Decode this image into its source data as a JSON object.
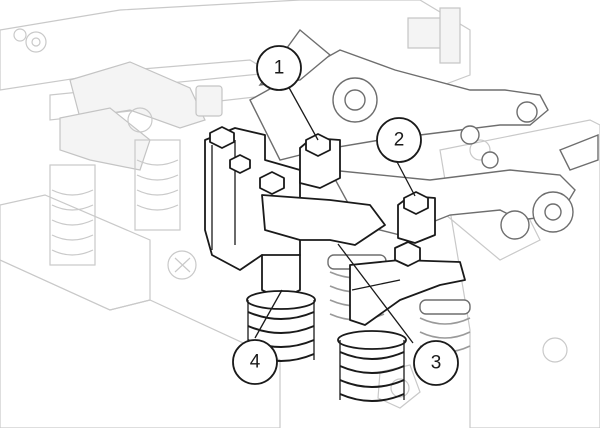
{
  "callouts": [
    {
      "id": "callout-1",
      "label": "1"
    },
    {
      "id": "callout-2",
      "label": "2"
    },
    {
      "id": "callout-3",
      "label": "3"
    },
    {
      "id": "callout-4",
      "label": "4"
    }
  ],
  "colors": {
    "line": "#1a1a1a",
    "background_detail": "#c9c9c9",
    "paper": "#ffffff"
  }
}
